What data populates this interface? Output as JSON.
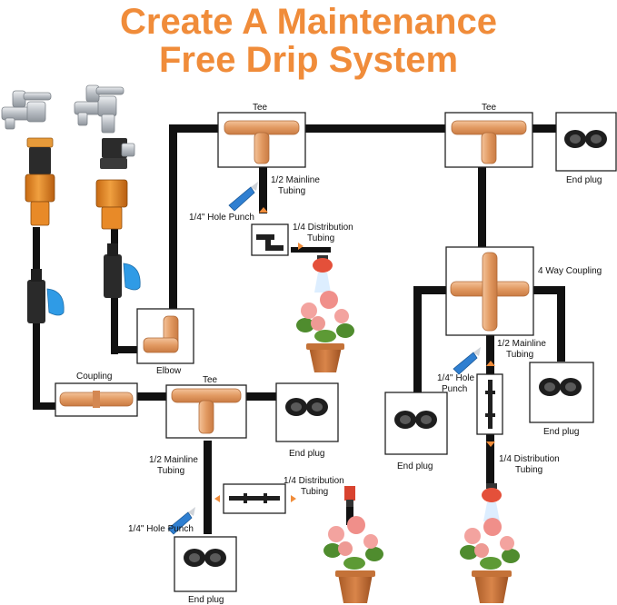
{
  "title": {
    "line1": "Create A Maintenance",
    "line2": "Free Drip System",
    "color": "#f08c3a"
  },
  "colors": {
    "fitting": "#e8a270",
    "tubing": "#111111",
    "valve_handle": "#2f9be6",
    "punch": "#2f7fd1",
    "emitter": "#e4503a",
    "arrow": "#f08c3a",
    "flower": "#f3a39f",
    "pot": "#c8743a",
    "leaf": "#4f8c2e",
    "faucet": "#c9cdd2"
  },
  "labels": {
    "tee_top_left": "Tee",
    "tee_top_right": "Tee",
    "end_plug_top_right": "End plug",
    "mainline_1_a": "1/2 Mainline",
    "mainline_1_b": "Tubing",
    "hole_punch_1": "1/4\" Hole Punch",
    "distribution_1_a": "1/4 Distribution",
    "distribution_1_b": "Tubing",
    "four_way": "4 Way Coupling",
    "mainline_2_a": "1/2 Mainline",
    "mainline_2_b": "Tubing",
    "hole_punch_2_a": "1/4'' Hole",
    "hole_punch_2_b": "Punch",
    "end_plug_right": "End plug",
    "end_plug_mid_right": "End plug",
    "distribution_2_a": "1/4 Distribution",
    "distribution_2_b": "Tubing",
    "elbow": "Elbow",
    "coupling": "Coupling",
    "tee_bottom": "Tee",
    "end_plug_mid": "End plug",
    "mainline_3_a": "1/2 Mainline",
    "mainline_3_b": "Tubing",
    "distribution_3_a": "1/4 Distribution",
    "distribution_3_b": "Tubing",
    "hole_punch_3": "1/4\" Hole Punch",
    "end_plug_bottom": "End plug"
  },
  "icons": [
    "faucet-icon",
    "hose-connector-icon",
    "ball-valve-icon",
    "tee-fitting-icon",
    "elbow-fitting-icon",
    "coupling-fitting-icon",
    "four-way-coupling-icon",
    "end-plug-icon",
    "hole-punch-icon",
    "barbed-connector-icon",
    "drip-emitter-icon",
    "flower-pot-icon",
    "arrow-icon"
  ]
}
